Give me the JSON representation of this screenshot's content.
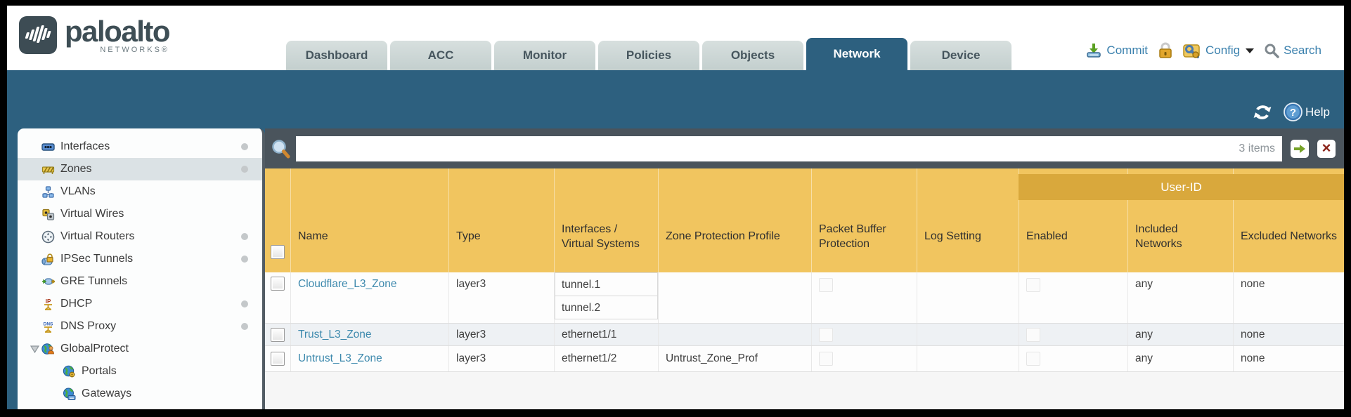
{
  "brand": {
    "name": "paloalto",
    "sub": "NETWORKS®"
  },
  "nav": {
    "tabs": [
      {
        "label": "Dashboard"
      },
      {
        "label": "ACC"
      },
      {
        "label": "Monitor"
      },
      {
        "label": "Policies"
      },
      {
        "label": "Objects"
      },
      {
        "label": "Network",
        "active": true
      },
      {
        "label": "Device"
      }
    ],
    "commit_label": "Commit",
    "config_label": "Config",
    "search_label": "Search"
  },
  "toolbar": {
    "help_label": "Help"
  },
  "sidebar": {
    "items": [
      {
        "label": "Interfaces"
      },
      {
        "label": "Zones",
        "selected": true
      },
      {
        "label": "VLANs"
      },
      {
        "label": "Virtual Wires"
      },
      {
        "label": "Virtual Routers"
      },
      {
        "label": "IPSec Tunnels"
      },
      {
        "label": "GRE Tunnels"
      },
      {
        "label": "DHCP"
      },
      {
        "label": "DNS Proxy"
      },
      {
        "label": "GlobalProtect",
        "expanded": true
      },
      {
        "label": "Portals",
        "child": true
      },
      {
        "label": "Gateways",
        "child": true
      }
    ]
  },
  "filter": {
    "value": "",
    "placeholder": "",
    "count": "3 items"
  },
  "table": {
    "user_id_group": "User-ID",
    "columns": {
      "name": "Name",
      "type": "Type",
      "interfaces": "Interfaces / Virtual Systems",
      "zpp": "Zone Protection Profile",
      "pbp": "Packet Buffer Protection",
      "log": "Log Setting",
      "enabled": "Enabled",
      "included": "Included Networks",
      "excluded": "Excluded Networks"
    },
    "rows": [
      {
        "name": "Cloudflare_L3_Zone",
        "type": "layer3",
        "if0": "tunnel.1",
        "if1": "tunnel.2",
        "zpp": "",
        "log": "",
        "included": "any",
        "excluded": "none"
      },
      {
        "name": "Trust_L3_Zone",
        "type": "layer3",
        "if0": "ethernet1/1",
        "zpp": "",
        "log": "",
        "included": "any",
        "excluded": "none"
      },
      {
        "name": "Untrust_L3_Zone",
        "type": "layer3",
        "if0": "ethernet1/2",
        "zpp": "Untrust_Zone_Prof",
        "log": "",
        "included": "any",
        "excluded": "none"
      }
    ]
  },
  "colors": {
    "teal": "#2d607f",
    "slate": "#4a545c",
    "header_orange": "#f1c55f",
    "user_id_band": "#d9a83c",
    "link_blue": "#3d89ad",
    "action_blue": "#3a80ad"
  }
}
